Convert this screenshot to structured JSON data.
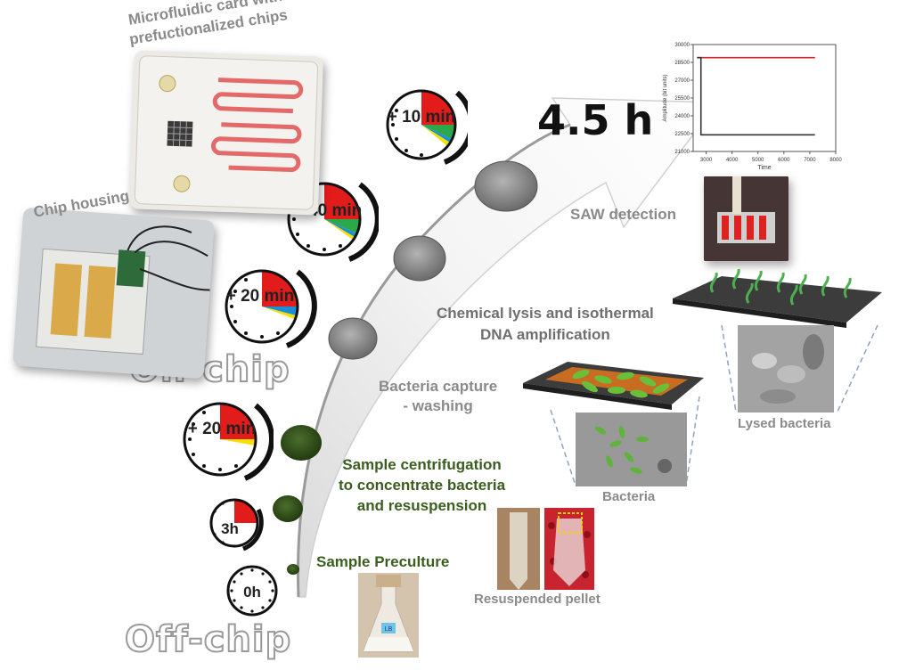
{
  "phases": {
    "on_chip": "On-chip",
    "off_chip": "Off-chip"
  },
  "total_time": "4.5 h",
  "photos": {
    "microfluidic_card": "Microfluidic card with prefuctionalized chips",
    "chip_housing": "Chip housing"
  },
  "steps": [
    {
      "label": "Sample Preculture",
      "timer": "0h",
      "color": "#3b5e1f"
    },
    {
      "label": "Sample centrifugation\nto concentrate bacteria\nand resuspension",
      "timer": "3h",
      "color": "#3b5e1f"
    },
    {
      "label": "Bacteria capture\n- washing",
      "timer": "+ 20 min"
    },
    {
      "label": "Chemical lysis and isothermal\nDNA amplification",
      "timer": "+ 20 min"
    },
    {
      "label": "",
      "timer": "+ 40 min"
    },
    {
      "label": "SAW detection",
      "timer": "+ 10 min"
    }
  ],
  "images": {
    "resuspended_pellet": "Resuspended pellet",
    "bacteria": "Bacteria",
    "lysed_bacteria": "Lysed bacteria",
    "flask_label": "LB"
  },
  "chart_data": {
    "type": "line",
    "title": "",
    "xlabel": "Time",
    "ylabel": "Amplitude (bit units)",
    "xlim": [
      2500,
      8000
    ],
    "ylim": [
      21000,
      30000
    ],
    "x_ticks": [
      "3000",
      "4000",
      "5000",
      "6000",
      "7000",
      "8000"
    ],
    "y_ticks": [
      "21000",
      "22500",
      "24000",
      "25500",
      "27000",
      "28500",
      "30000"
    ],
    "series": [
      {
        "color": "#d62728",
        "x": [
          2650,
          7200
        ],
        "y": [
          28900,
          28900
        ]
      },
      {
        "color": "#333333",
        "x": [
          2650,
          2800,
          2800,
          7200
        ],
        "y": [
          28900,
          28900,
          22400,
          22400
        ]
      }
    ]
  }
}
